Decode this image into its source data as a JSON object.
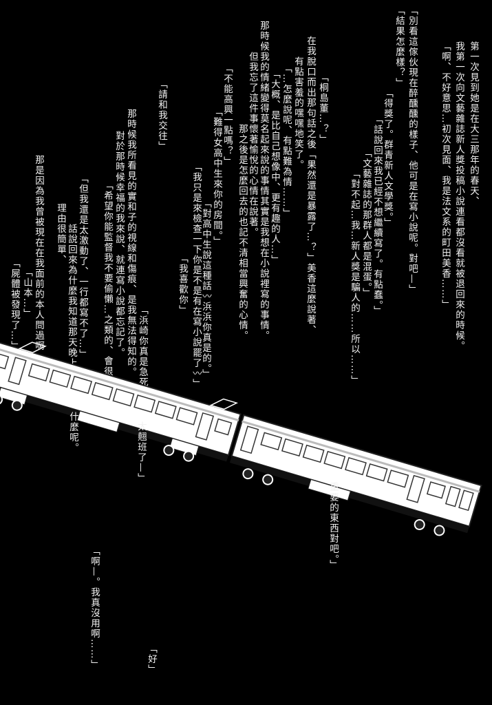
{
  "texts": [
    "第一次見到她是在大三那年的春天、",
    "我第一次向文藝雜誌新人獎投稿小說連看都沒看就被退回來的時候。",
    "「啊、不好意思…初次見面、我是法文系的町田美香……」",
    "「別看這傢伙現在醉醺醺的樣子、他可是在寫小說呢。對吧—」",
    "「結果怎麼樣？」",
    "「得獎了。群青新人文學獎。」",
    "「話說回來我已經不想繼續寫了。有點蠢。」",
    "「文藝雜誌的那群人都是混蛋。」",
    "「對不起…我…新人獎是騙人的……所以……」",
    "「桐島董…？」",
    "在我脫口而出那句話之後「果然還是暴露了…？」美香這麼說著、",
    "有點害羞的嘿嘿地笑了。",
    "「…怎麼說呢、有點難為情……」",
    "「大概、是比自己想像中、更有趣的人…」",
    "那時候我的情緒變得莫名起來說的事情其實是我想在小說裡寫的事情。",
    "但我忘了這件事懷著愉悅的心情在說著。",
    "那之後是怎麼回去的也記不清相當興奮的心情。",
    "「不能高興一點嗎？」",
    "「難得女高中生來你的房間。」",
    "「對高中生說這種話〰浜浜你真是的。」",
    "「我只是來檢查一下你是不是有在寫小說罷了〰」",
    "「我喜歡你」",
    "「請和我交往」",
    "「浜崎你真是急死我",
    "那時候我所看見的實和子的視線和傷痕、是我無法得知的。",
    "對於那時候幸福的我來說、就連寫小說都忘記了。",
    "「希望你能監督我不要偷懶…之類的、會很任性",
    "「但我還是太激動了、一行都寫不了…」",
    "話說回來為什麼我知道那天晚上",
    "理由很簡單、",
    "那是因為我曾被現在在我面前的本人問過啊",
    "「山本…」",
    "「屍體被發現了…」",
    "太翹班了—」",
    "什麼呢。",
    "重要的東西對吧。」",
    "「啊—。我真沒用啊……」",
    "「好」"
  ],
  "colors": {
    "background": "#000000",
    "text": "#f2f2f2",
    "train": "#ffffff"
  }
}
